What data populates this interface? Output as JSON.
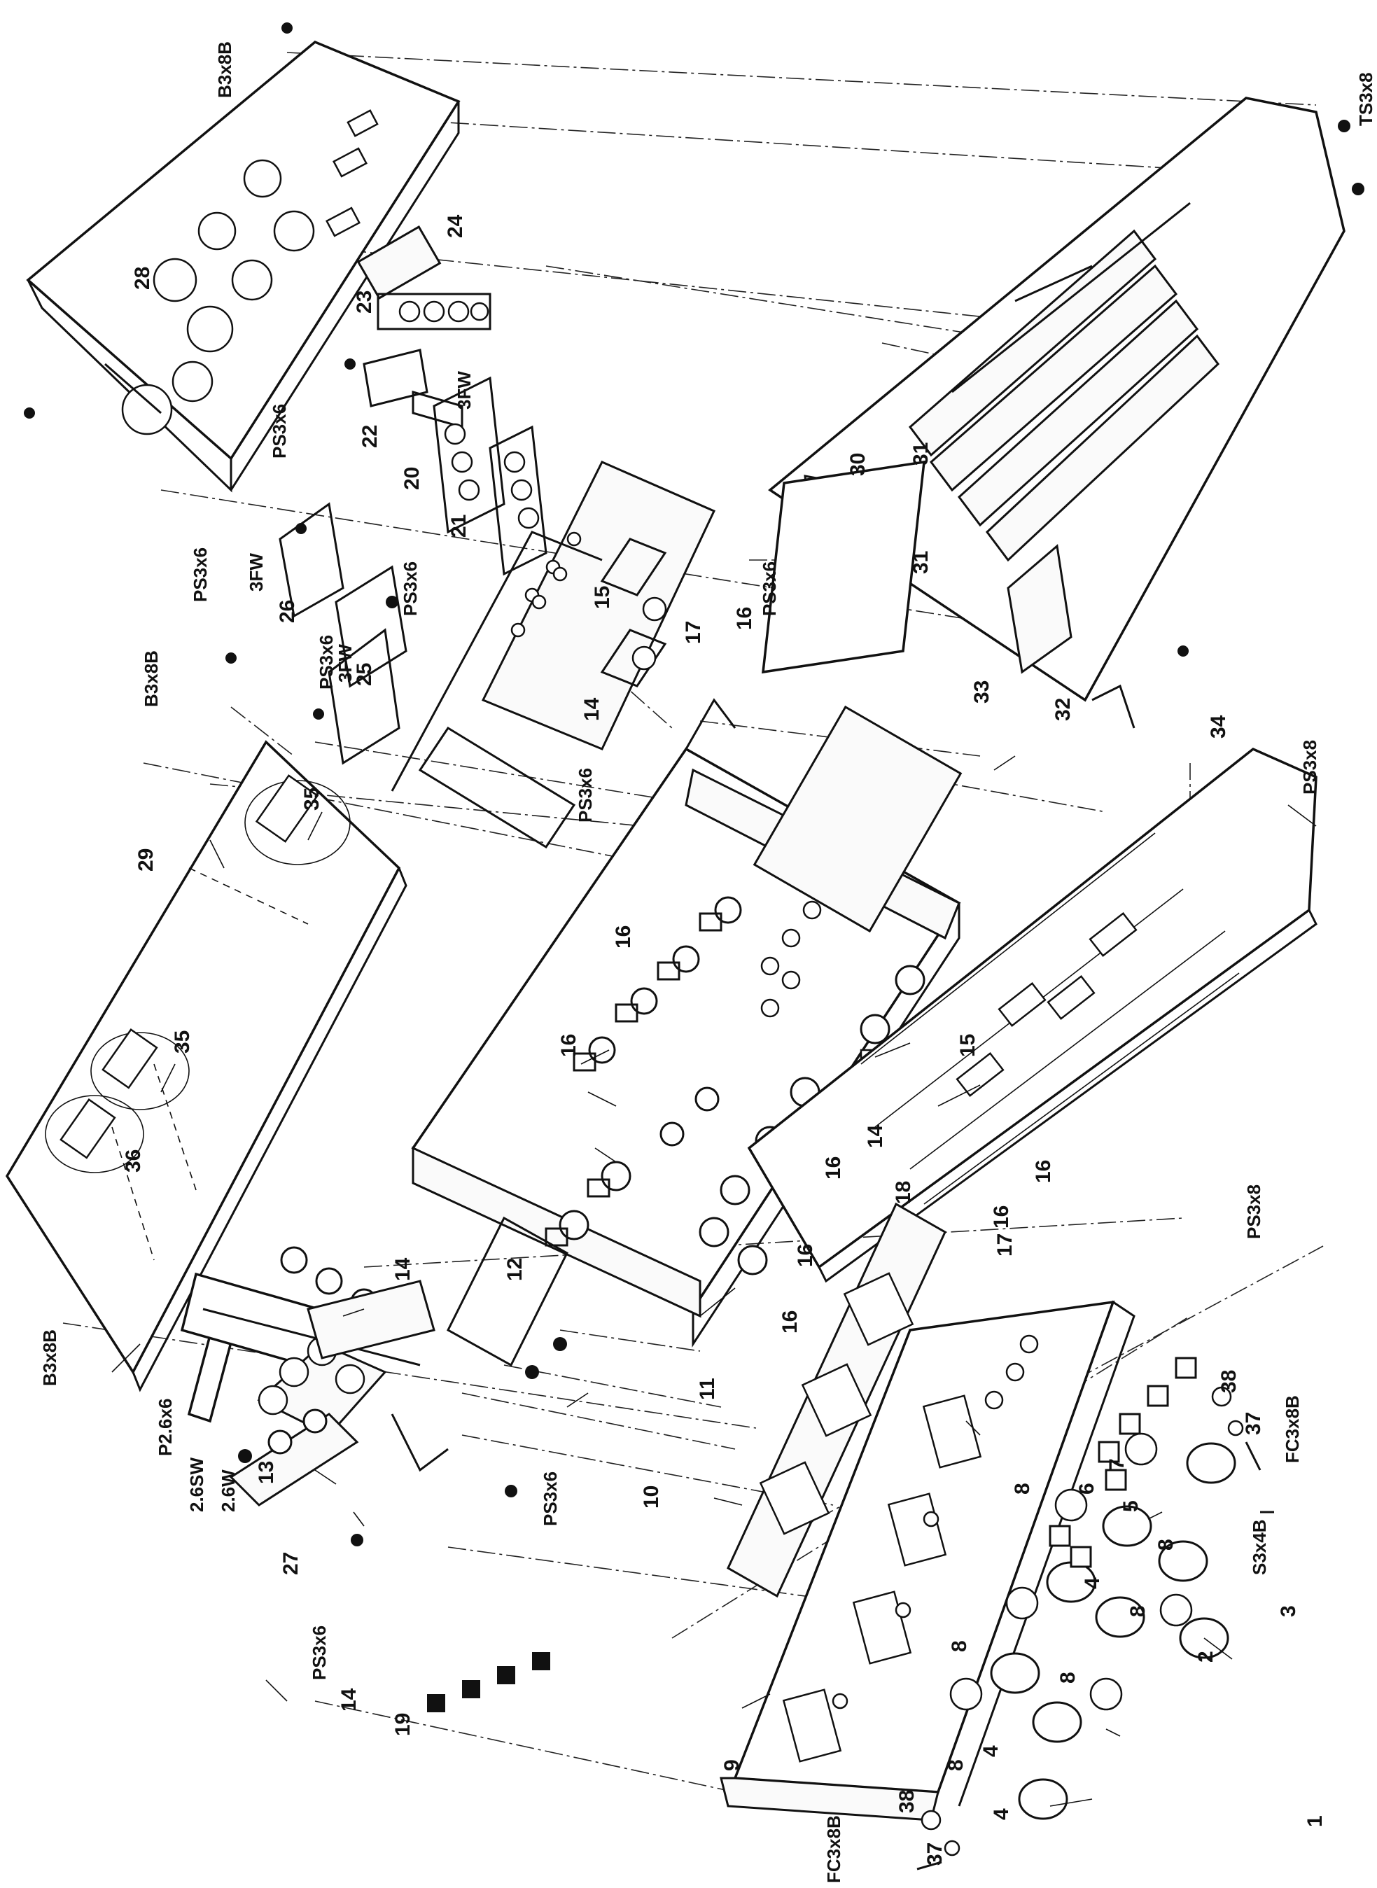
{
  "diagram": {
    "part_labels": {
      "p1": "1",
      "p2": "2",
      "p3": "3",
      "p4a": "4",
      "p4b": "4",
      "p4c": "4",
      "p5": "5",
      "p6": "6",
      "p7": "7",
      "p8a": "8",
      "p8b": "8",
      "p8c": "8",
      "p8d": "8",
      "p8e": "8",
      "p8f": "8",
      "p9": "9",
      "p10": "10",
      "p11": "11",
      "p12": "12",
      "p13": "13",
      "p14a": "14",
      "p14b": "14",
      "p14c": "14",
      "p14d": "14",
      "p15a": "15",
      "p15b": "15",
      "p16a": "16",
      "p16b": "16",
      "p16c": "16",
      "p16d": "16",
      "p16e": "16",
      "p16f": "16",
      "p16g": "16",
      "p16h": "16",
      "p17a": "17",
      "p17b": "17",
      "p18": "18",
      "p19": "19",
      "p20": "20",
      "p21": "21",
      "p22": "22",
      "p23": "23",
      "p24": "24",
      "p25": "25",
      "p26": "26",
      "p27": "27",
      "p28": "28",
      "p29": "29",
      "p30": "30",
      "p31a": "31",
      "p31b": "31",
      "p32": "32",
      "p33": "33",
      "p34": "34",
      "p35a": "35",
      "p35b": "35",
      "p36": "36",
      "p37a": "37",
      "p37b": "37",
      "p38a": "38",
      "p38b": "38"
    },
    "screw_labels": {
      "b38_top": "B3x8B",
      "b38_mid": "B3x8B",
      "b38_low": "B3x8B",
      "ts38": "TS3x8",
      "ps38_a": "PS3x8",
      "ps38_b": "PS3x8",
      "ps36_a": "PS3x6",
      "ps36_b": "PS3x6",
      "ps36_c": "PS3x6",
      "ps36_d": "PS3x6",
      "ps36_e": "PS3x6",
      "ps36_f": "PS3x6",
      "ps36_g": "PS3x6",
      "ps36_h": "PS3x6",
      "fw_a": "3FW",
      "fw_b": "3FW",
      "fw_c": "3FW",
      "p26": "P2.6x6",
      "sw26": "2.6SW",
      "w26": "2.6W",
      "fc38_a": "FC3x8B",
      "fc38_b": "FC3x8B",
      "s34": "S3x4B"
    }
  }
}
